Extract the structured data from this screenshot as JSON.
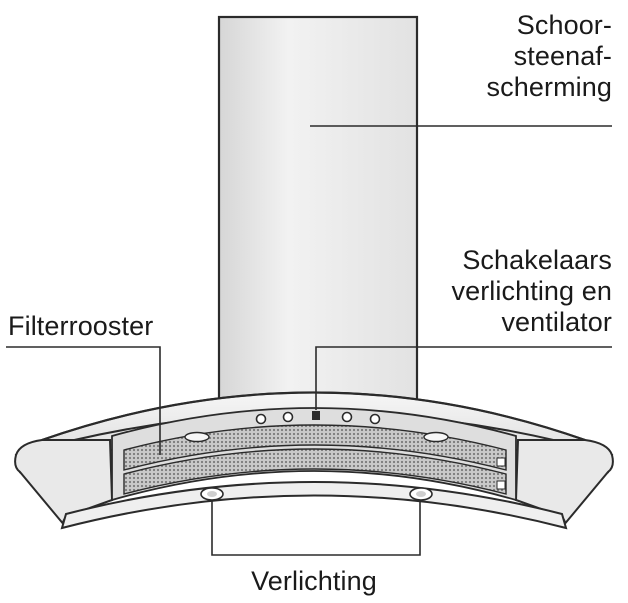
{
  "labels": {
    "chimney_cover": [
      "Schoor-",
      "steenaf-",
      "scherming"
    ],
    "switches": [
      "Schakelaars",
      "verlichting en",
      "ventilator"
    ],
    "filter_grid": "Filterrooster",
    "lighting": "Verlichting"
  },
  "colors": {
    "stroke": "#2b2b2b",
    "fill_light": "#f3f3f3",
    "fill_mid": "#dcdcdc",
    "mesh": "#8a8a8a"
  }
}
